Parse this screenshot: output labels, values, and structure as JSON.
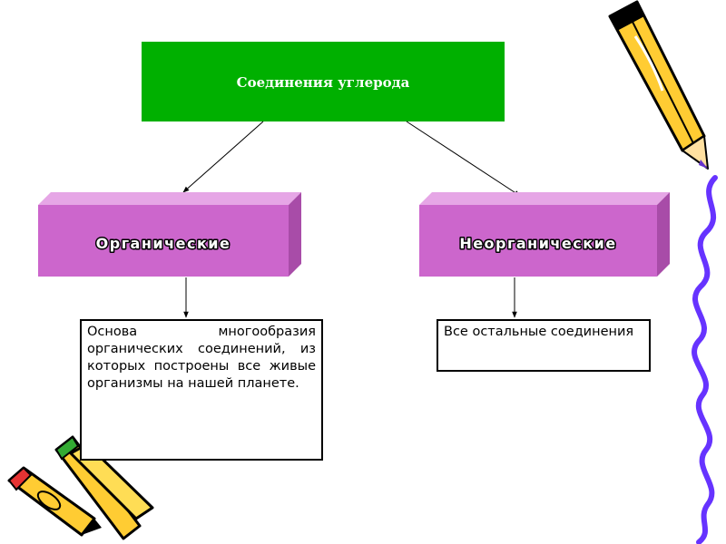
{
  "diagram": {
    "root": {
      "label": "Соединения углерода",
      "color": "#00b000"
    },
    "branches": [
      {
        "label": "Органические",
        "color": "#cc66cc",
        "description": "Основа многообразия органических соединений, из которых построены все живые организмы на нашей планете."
      },
      {
        "label": "Неорганические",
        "color": "#cc66cc",
        "description": "Все остальные соединения"
      }
    ]
  },
  "decorations": {
    "pencil_colors": [
      "#ffcc33",
      "#000000",
      "#e63333",
      "#33aa33",
      "#6633cc"
    ],
    "squiggle_color": "#6633ff"
  }
}
